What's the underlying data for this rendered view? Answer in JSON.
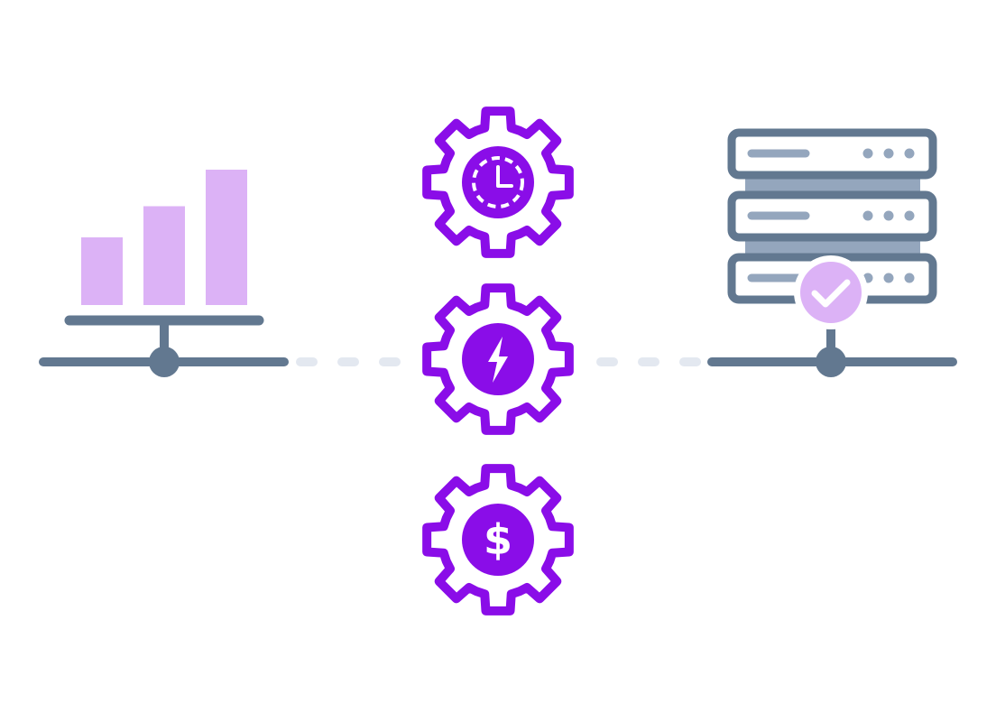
{
  "colors": {
    "background": "#ffffff",
    "purple": "#8a0de8",
    "slate": "#627890",
    "slate_light": "#94a6bd",
    "lavender": "#dcb2f6",
    "dash": "#e3e8f0"
  },
  "icons": {
    "left_node": "bar-chart-icon",
    "gear_top": "gear-clock-icon",
    "gear_middle": "gear-lightning-icon",
    "gear_bottom": "gear-dollar-icon",
    "right_node": "server-stack-icon",
    "badge": "check-badge-icon"
  },
  "chart": {
    "bar_levels": [
      0.5,
      0.73,
      1.0
    ]
  },
  "server": {
    "unit_count": 3
  },
  "gears": {
    "count": 3,
    "bottom_symbol": "$"
  }
}
